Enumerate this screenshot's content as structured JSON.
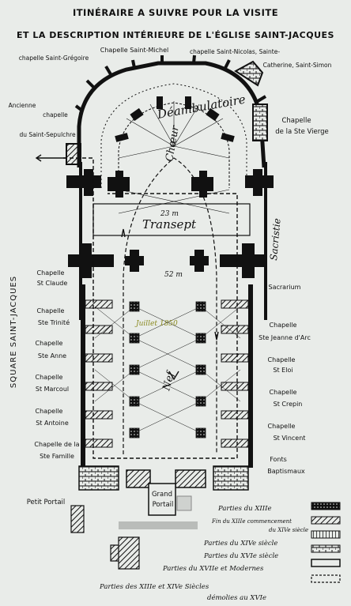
{
  "title_line1": "ITINÉRAIRE A SUIVRE POUR LA VISITE",
  "title_line2": "ET LA DESCRIPTION INTÉRIEURE DE L'ÉGLISE SAINT-JACQUES",
  "top_labels": {
    "st_michel": "Chapelle Saint-Michel",
    "st_gregoire": "chapelle Saint-Grégoire",
    "st_nicolas": "chapelle Saint-Nicolas, Sainte-",
    "ste_catherine": "Catherine, Saint-Simon"
  },
  "sepulchre": {
    "line1": "Ancienne",
    "line2": "chapelle",
    "line3": "du Saint-Sepulchre"
  },
  "vierge": {
    "line1": "Chapelle",
    "line2": "de la Ste Vierge"
  },
  "plan_words": {
    "deambulatoire": "Déambulatoire",
    "choeur": "Chœur",
    "transept": "Transept",
    "sacristie": "Sacristie",
    "nef": "Nef",
    "width_23": "23 m",
    "length_52": "52 m",
    "date": "Juillet 1850"
  },
  "square": "SQUARE SAINT-JACQUES",
  "left_chapels": [
    {
      "l1": "Chapelle",
      "l2": "St Claude"
    },
    {
      "l1": "Chapelle",
      "l2": "Ste Trinité"
    },
    {
      "l1": "Chapelle",
      "l2": "Ste Anne"
    },
    {
      "l1": "Chapelle",
      "l2": "St Marcoul"
    },
    {
      "l1": "Chapelle",
      "l2": "St Antoine"
    },
    {
      "l1": "Chapelle de la",
      "l2": "Ste Famille"
    }
  ],
  "right_chapels": {
    "sacrarium": "Sacrarium",
    "jeanne_1": "Chapelle",
    "jeanne_2": "Ste Jeanne d'Arc",
    "eloi_1": "Chapelle",
    "eloi_2": "St Eloi",
    "crepin_1": "Chapelle",
    "crepin_2": "St Crepin",
    "vincent_1": "Chapelle",
    "vincent_2": "St Vincent",
    "fonts_1": "Fonts",
    "fonts_2": "Baptismaux"
  },
  "portals": {
    "petit": "Petit Portail",
    "grand_1": "Grand",
    "grand_2": "Portail"
  },
  "legend": {
    "row1": "Parties du XIIIe",
    "row2a": "Fin du XIIIe commencement",
    "row2b": "du XIVe siècle",
    "row3": "Parties du XIVe siècle",
    "row4": "Parties du XVIe siècle",
    "row5": "Parties du XVIIe et Modernes",
    "row6a": "Parties des XIIIe et XIVe Siècles",
    "row6b": "démolies au XVIe"
  }
}
